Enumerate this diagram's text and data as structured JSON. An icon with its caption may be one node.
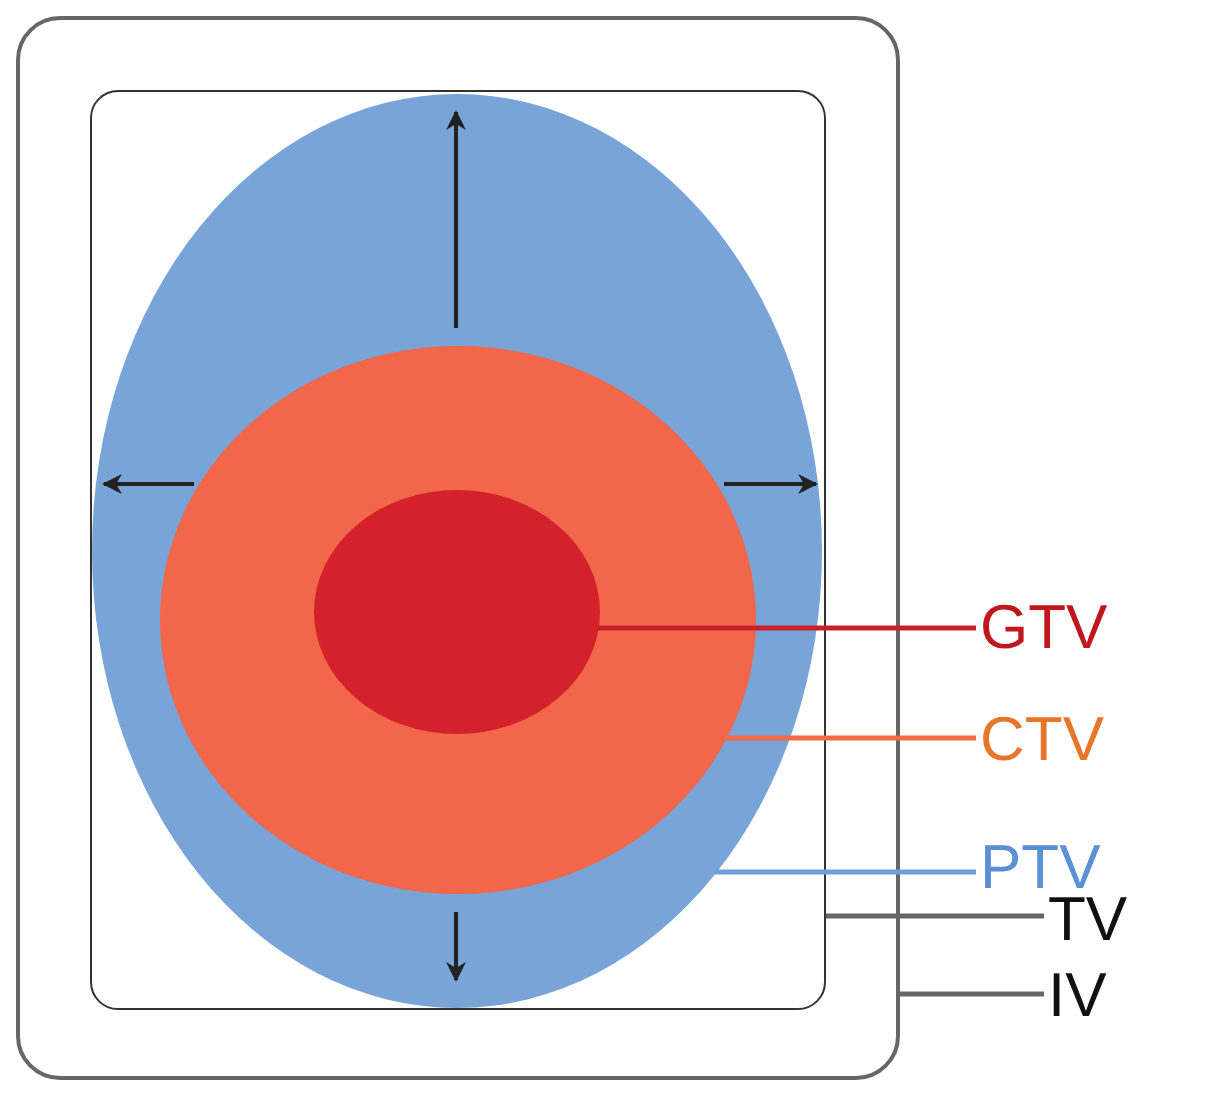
{
  "diagram": {
    "nodes": [
      {
        "text": [],
        "shape": "box"
      },
      {
        "text": [],
        "shape": "box",
        "in": 0
      },
      {
        "text": [],
        "shape": "ellipse",
        "in": 1
      },
      {
        "text": [],
        "shape": "ellipse",
        "in": 2
      },
      {
        "text": [],
        "shape": "ellipse",
        "in": 3
      },
      {
        "text": [
          "GTV"
        ]
      },
      {
        "text": [
          "CTV"
        ]
      },
      {
        "text": [
          "PTV"
        ]
      },
      {
        "text": [
          "TV"
        ]
      },
      {
        "text": [
          "IV"
        ]
      }
    ],
    "edges": [
      {
        "from": 5,
        "to": 4,
        "arrow": "none",
        "color": "#c8202a"
      },
      {
        "from": 6,
        "to": 3,
        "arrow": "none",
        "color": "#f26b45"
      },
      {
        "from": 7,
        "to": 2,
        "arrow": "none",
        "color": "#6f9ed8"
      },
      {
        "from": 8,
        "to": 1,
        "arrow": "none"
      },
      {
        "from": 9,
        "to": 0,
        "arrow": "none"
      }
    ]
  }
}
